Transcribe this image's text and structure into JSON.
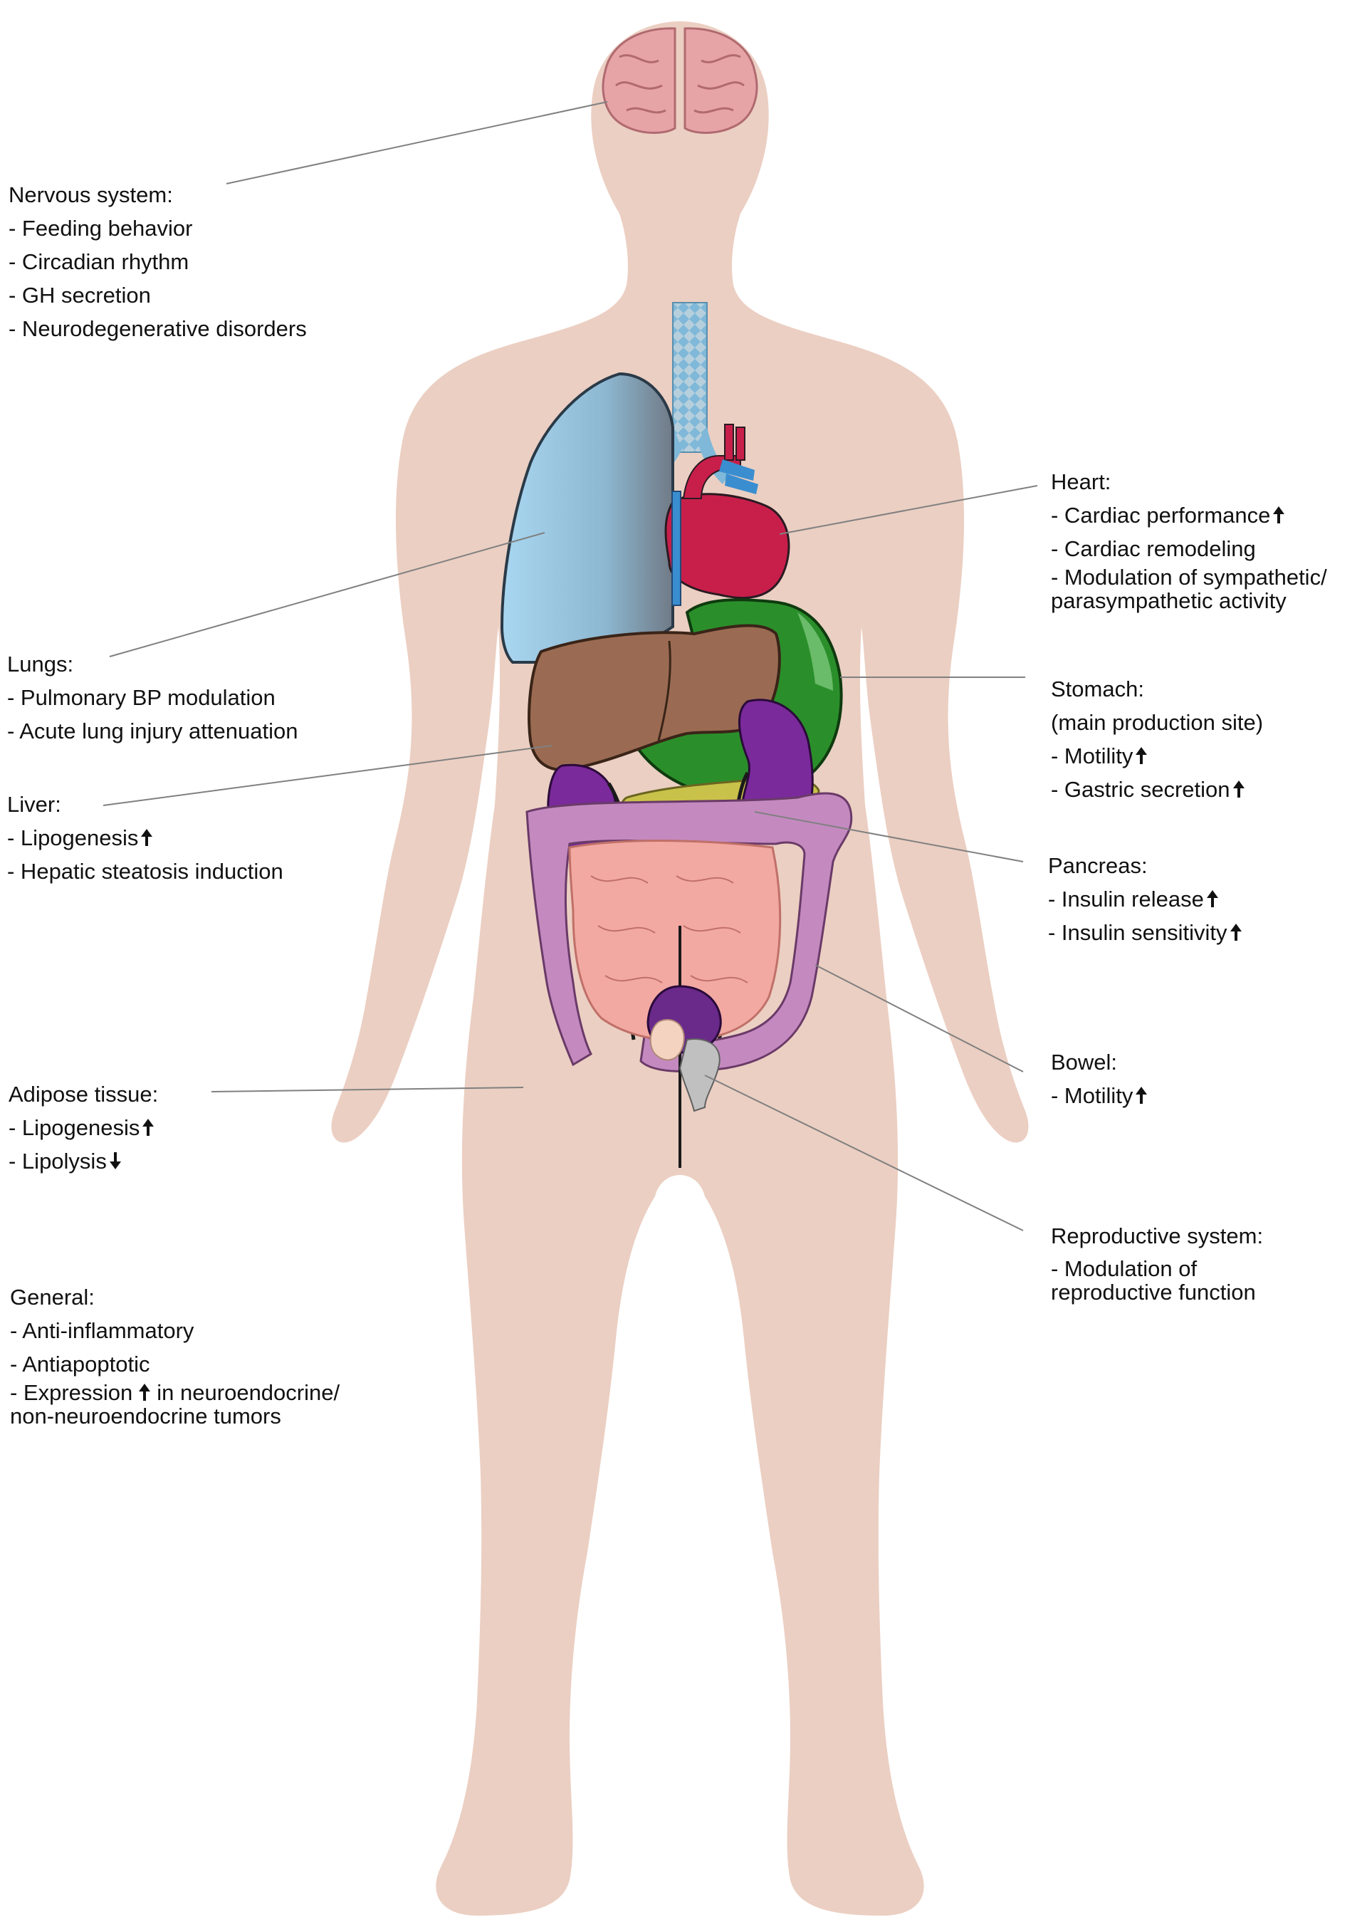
{
  "colors": {
    "skin": "#ebcfc2",
    "lung": "#8fc4e2",
    "heart": "#c81f4a",
    "liver": "#9a6b52",
    "stomach": "#2a8f2a",
    "kidney": "#7a2a9a",
    "pancreas": "#c9c24a",
    "colon": "#c48ac0",
    "small_intestine": "#f2a9a2",
    "brain": "#e7a4a6",
    "trachea": "#7fb8d8",
    "leader_line": "#808080"
  },
  "icons": {
    "up": "arrow-up-icon",
    "down": "arrow-down-icon"
  },
  "nervous": {
    "title": "Nervous system:",
    "items": [
      "- Feeding behavior",
      "- Circadian rhythm",
      "- GH secretion",
      "- Neurodegenerative disorders"
    ]
  },
  "lungs": {
    "title": "Lungs:",
    "items": [
      "- Pulmonary BP modulation",
      "- Acute lung injury attenuation"
    ]
  },
  "liver": {
    "title": "Liver:",
    "items": [
      "- Lipogenesis",
      "- Hepatic steatosis induction"
    ]
  },
  "adipose": {
    "title": "Adipose tissue:",
    "items": [
      "- Lipogenesis",
      "- Lipolysis"
    ]
  },
  "general": {
    "title": "General:",
    "items": [
      "- Anti-inflammatory",
      "- Antiapoptotic",
      "- Expression",
      "in neuroendocrine/",
      "non-neuroendocrine tumors"
    ]
  },
  "heart": {
    "title": "Heart:",
    "items": [
      "- Cardiac performance",
      "- Cardiac remodeling",
      "- Modulation of sympathetic/",
      "parasympathetic activity"
    ]
  },
  "stomach": {
    "title": "Stomach:",
    "items": [
      "(main production site)",
      "- Motility",
      "- Gastric secretion"
    ]
  },
  "pancreas": {
    "title": "Pancreas:",
    "items": [
      "- Insulin release",
      "- Insulin sensitivity"
    ]
  },
  "bowel": {
    "title": "Bowel:",
    "items": [
      "- Motility"
    ]
  },
  "reproductive": {
    "title": "Reproductive system:",
    "items": [
      "- Modulation of",
      "reproductive function"
    ]
  }
}
